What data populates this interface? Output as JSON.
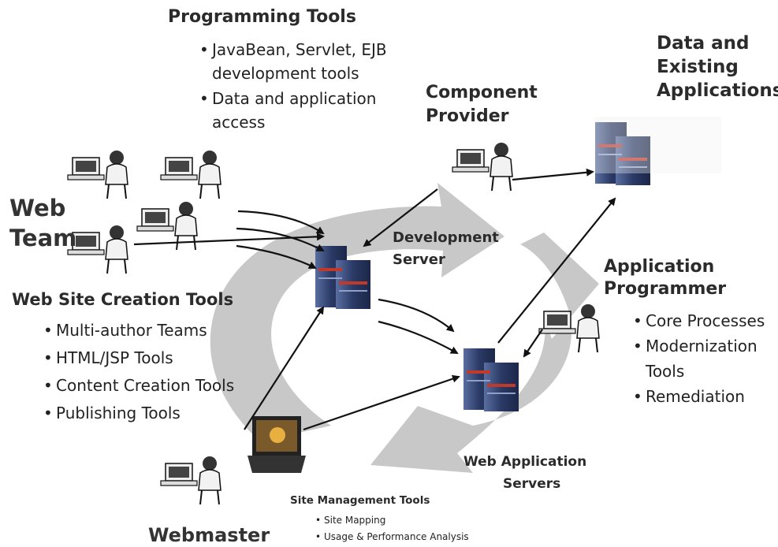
{
  "programming_tools": {
    "title": "Programming Tools",
    "items": [
      "JavaBean, Servlet, EJB development tools",
      "Data and application access"
    ]
  },
  "data_existing": {
    "title_lines": [
      "Data and",
      "Existing",
      "Applications"
    ]
  },
  "component_provider": {
    "title_lines": [
      "Component",
      "Provider"
    ]
  },
  "web_team": {
    "title_lines": [
      "Web",
      "Team"
    ]
  },
  "development_server": {
    "title_lines": [
      "Development",
      "Server"
    ]
  },
  "application_programmer": {
    "title_lines": [
      "Application",
      "Programmer"
    ],
    "items": [
      "Core Processes",
      "Modernization Tools",
      "Remediation"
    ]
  },
  "web_site_creation_tools": {
    "title": "Web Site Creation Tools",
    "items": [
      "Multi-author Teams",
      "HTML/JSP Tools",
      "Content Creation Tools",
      "Publishing Tools"
    ]
  },
  "web_application_servers": {
    "title_lines": [
      "Web Application",
      "Servers"
    ]
  },
  "site_management_tools": {
    "title": "Site Management Tools",
    "items": [
      "Site Mapping",
      "Usage & Performance Analysis"
    ]
  },
  "webmaster": {
    "title": "Webmaster"
  },
  "colors": {
    "cycle_arrow": "#c8c8c8",
    "server_body": "#2a3a66",
    "server_light": "#5a6ea0",
    "server_led": "#c0392b"
  }
}
